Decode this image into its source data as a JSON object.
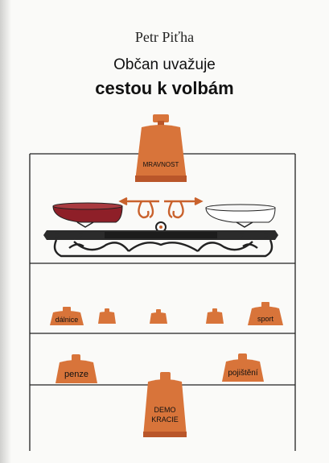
{
  "cover": {
    "author": "Petr Piťha",
    "subtitle": "Občan uvažuje",
    "title": "cestou k volbám"
  },
  "weights": {
    "main": "MRAVNOST",
    "row1": [
      "dálnice",
      "",
      "",
      "",
      "sport"
    ],
    "row2": [
      "penze",
      "pojištění"
    ],
    "bottom": [
      "DEMO",
      "KRACIE"
    ]
  },
  "colors": {
    "weight": "#d8743a",
    "weight_dark": "#b9562a",
    "pan_left": "#8e1f28",
    "pan_right": "#ffffff",
    "line": "#222222"
  }
}
